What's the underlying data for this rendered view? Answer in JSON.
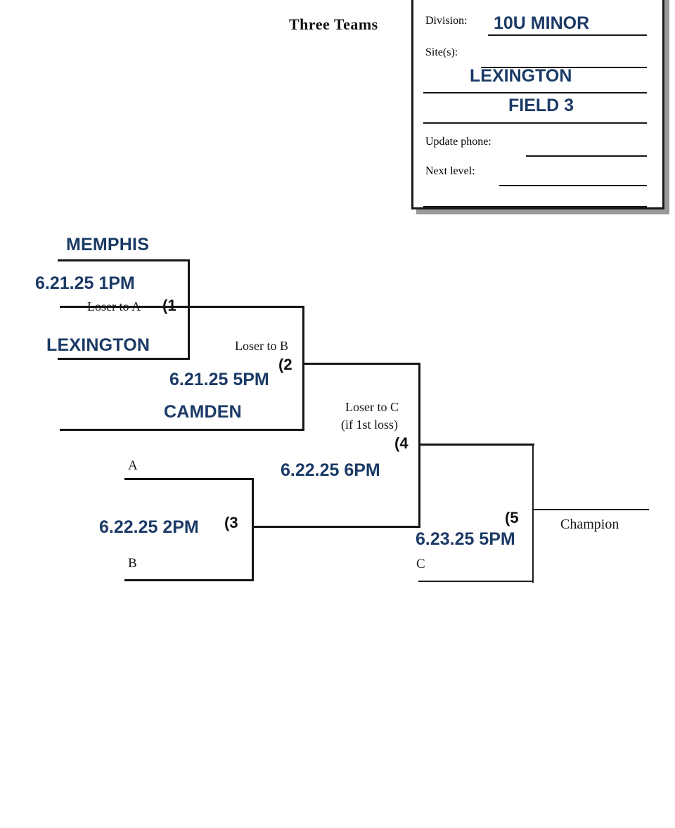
{
  "page": {
    "title": "Three Teams",
    "background": "#ffffff",
    "accent_color": "#1b3a66",
    "line_color": "#141414"
  },
  "info_box": {
    "rows": [
      {
        "label": "Division:",
        "value": "10U MINOR"
      },
      {
        "label": "Site(s):",
        "value": ""
      },
      {
        "label": "",
        "value": "LEXINGTON"
      },
      {
        "label": "",
        "value": "FIELD 3"
      },
      {
        "label": "Update phone:",
        "value": ""
      },
      {
        "label": "Next level:",
        "value": ""
      }
    ]
  },
  "bracket": {
    "type": "double-elimination-three-team",
    "games": [
      {
        "number": "(1",
        "datetime": "6.21.25 1PM",
        "teams": [
          "MEMPHIS",
          "LEXINGTON"
        ],
        "note": "Loser to A"
      },
      {
        "number": "(2",
        "datetime": "6.21.25 5PM",
        "teams": [
          "CAMDEN"
        ],
        "note": "Loser to B"
      },
      {
        "number": "(3",
        "datetime": "6.22.25  2PM",
        "slots": [
          "A",
          "B"
        ],
        "note": ""
      },
      {
        "number": "(4",
        "datetime": "6.22.25 6PM",
        "note_line1": "Loser to C",
        "note_line2": "(if 1st loss)"
      },
      {
        "number": "(5",
        "datetime": "6.23.25  5PM",
        "slots": [
          "C"
        ],
        "winner_label": "Champion"
      }
    ]
  }
}
